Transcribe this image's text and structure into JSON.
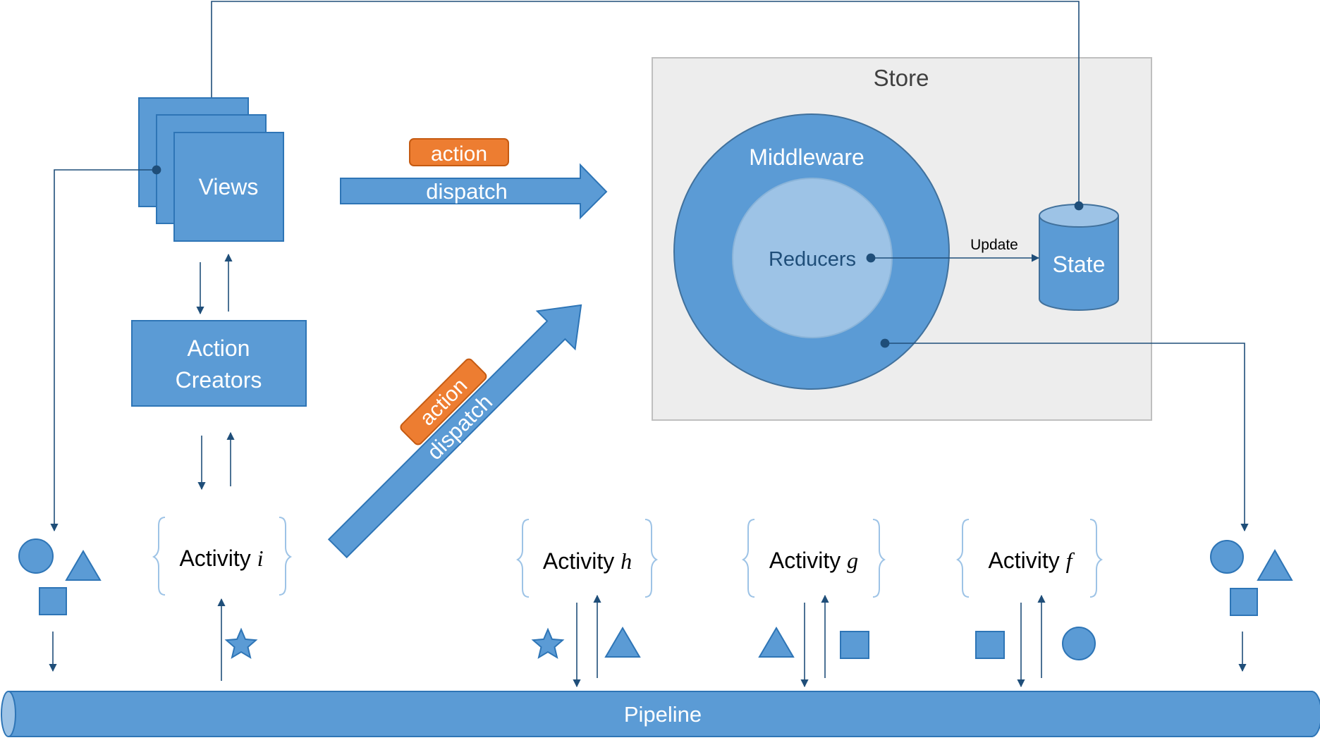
{
  "colors": {
    "blue": "#5b9bd5",
    "blue_border": "#41719c",
    "light_blue": "#9dc3e6",
    "orange": "#ed7d31",
    "line": "#1f4e79",
    "store_bg": "#ededed"
  },
  "store": {
    "title": "Store"
  },
  "middleware": {
    "label": "Middleware"
  },
  "reducers": {
    "label": "Reducers"
  },
  "state": {
    "label": "State"
  },
  "update": {
    "label": "Update"
  },
  "views": {
    "label": "Views"
  },
  "action_creators": {
    "line1": "Action",
    "line2": "Creators"
  },
  "dispatch_top": {
    "action": "action",
    "dispatch": "dispatch"
  },
  "dispatch_diag": {
    "action": "action",
    "dispatch": "dispatch"
  },
  "pipeline": {
    "label": "Pipeline"
  },
  "activities": [
    {
      "prefix": "Activity ",
      "var": "i"
    },
    {
      "prefix": "Activity ",
      "var": "h"
    },
    {
      "prefix": "Activity ",
      "var": "g"
    },
    {
      "prefix": "Activity ",
      "var": "f"
    }
  ],
  "shape_icons": [
    "circle-icon",
    "triangle-icon",
    "square-icon",
    "star-icon"
  ]
}
